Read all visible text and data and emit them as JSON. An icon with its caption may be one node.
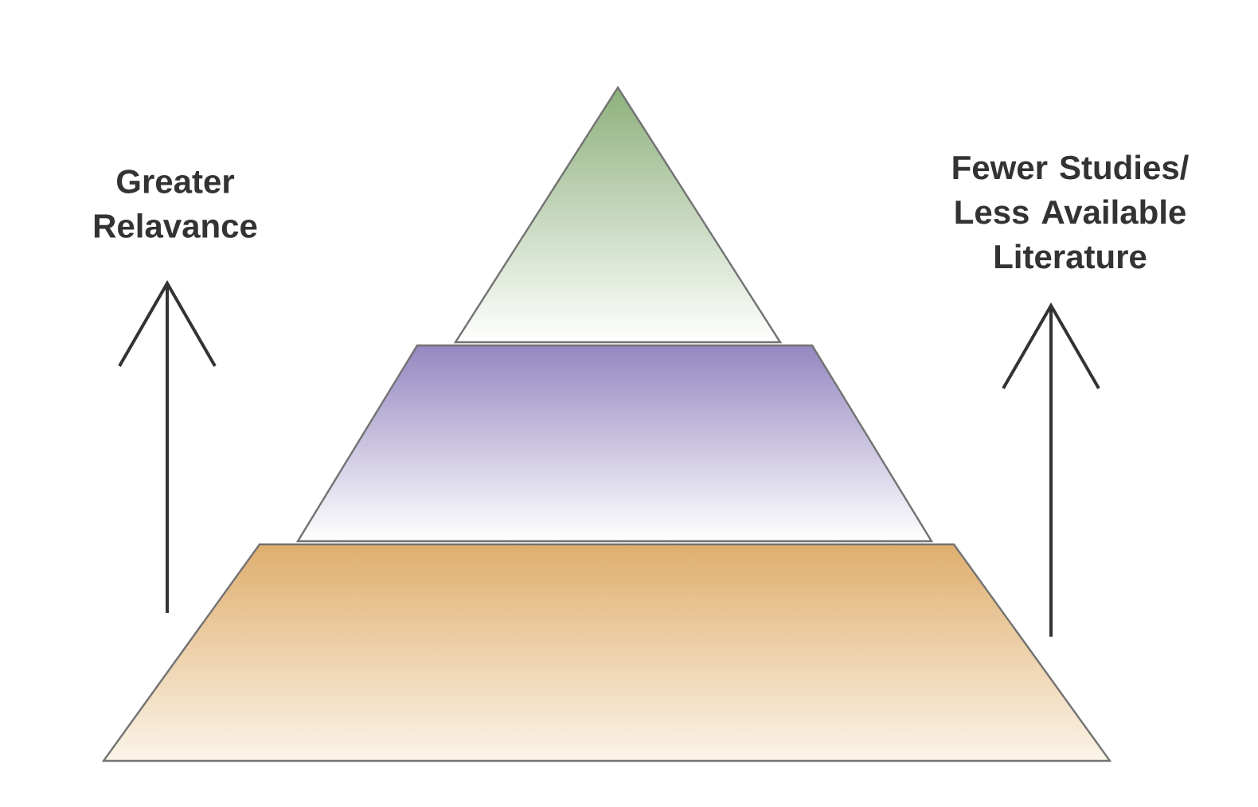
{
  "diagram": {
    "nodes": [
      {
        "text": [],
        "shape": "triangle"
      },
      {
        "text": [],
        "shape": "trapezoid"
      },
      {
        "text": [],
        "shape": "trapezoid"
      }
    ],
    "labels": [
      "Greater Relavance",
      "Fewer Studies/ Less Available Literature"
    ]
  }
}
